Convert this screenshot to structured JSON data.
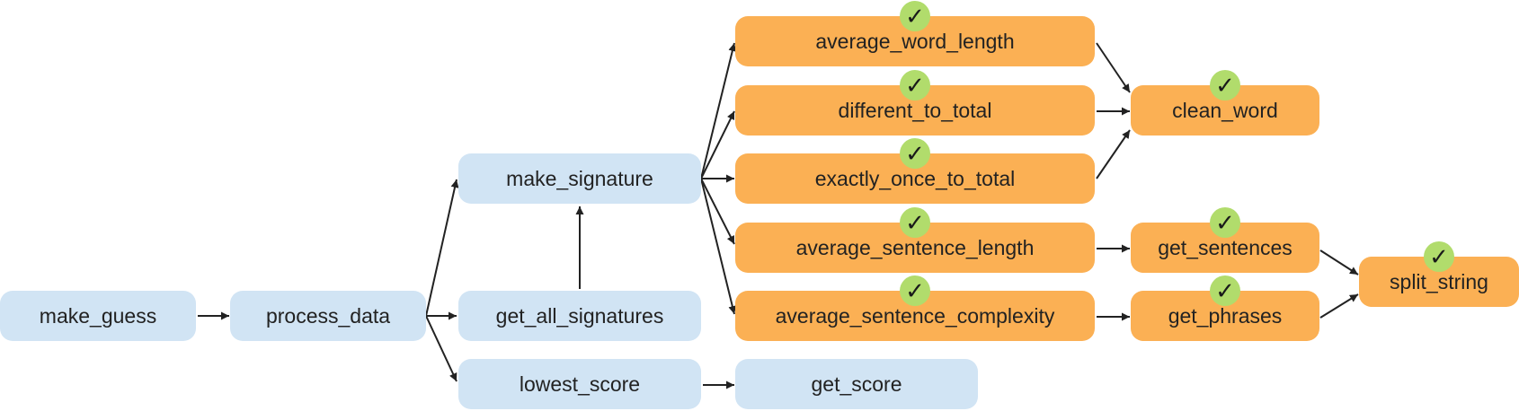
{
  "colors": {
    "pending_fill": "#d1e4f4",
    "done_fill": "#fbb054",
    "check_badge": "#b1dc6c",
    "edge": "#222222",
    "text": "#222222"
  },
  "legend_glyph": "✓",
  "nodes": [
    {
      "id": "make_guess",
      "label": "make_guess",
      "status": "pending",
      "checked": false
    },
    {
      "id": "process_data",
      "label": "process_data",
      "status": "pending",
      "checked": false
    },
    {
      "id": "make_signature",
      "label": "make_signature",
      "status": "pending",
      "checked": false
    },
    {
      "id": "get_all_signatures",
      "label": "get_all_signatures",
      "status": "pending",
      "checked": false
    },
    {
      "id": "lowest_score",
      "label": "lowest_score",
      "status": "pending",
      "checked": false
    },
    {
      "id": "get_score",
      "label": "get_score",
      "status": "pending",
      "checked": false
    },
    {
      "id": "average_word_length",
      "label": "average_word_length",
      "status": "done",
      "checked": true
    },
    {
      "id": "different_to_total",
      "label": "different_to_total",
      "status": "done",
      "checked": true
    },
    {
      "id": "exactly_once_to_total",
      "label": "exactly_once_to_total",
      "status": "done",
      "checked": true
    },
    {
      "id": "average_sentence_length",
      "label": "average_sentence_length",
      "status": "done",
      "checked": true
    },
    {
      "id": "average_sentence_complexity",
      "label": "average_sentence_complexity",
      "status": "done",
      "checked": true
    },
    {
      "id": "clean_word",
      "label": "clean_word",
      "status": "done",
      "checked": true
    },
    {
      "id": "get_sentences",
      "label": "get_sentences",
      "status": "done",
      "checked": true
    },
    {
      "id": "get_phrases",
      "label": "get_phrases",
      "status": "done",
      "checked": true
    },
    {
      "id": "split_string",
      "label": "split_string",
      "status": "done",
      "checked": true
    }
  ],
  "edges": [
    {
      "from": "make_guess",
      "to": "process_data"
    },
    {
      "from": "process_data",
      "to": "make_signature"
    },
    {
      "from": "process_data",
      "to": "get_all_signatures"
    },
    {
      "from": "process_data",
      "to": "lowest_score"
    },
    {
      "from": "get_all_signatures",
      "to": "make_signature"
    },
    {
      "from": "lowest_score",
      "to": "get_score"
    },
    {
      "from": "make_signature",
      "to": "average_word_length"
    },
    {
      "from": "make_signature",
      "to": "different_to_total"
    },
    {
      "from": "make_signature",
      "to": "exactly_once_to_total"
    },
    {
      "from": "make_signature",
      "to": "average_sentence_length"
    },
    {
      "from": "make_signature",
      "to": "average_sentence_complexity"
    },
    {
      "from": "average_word_length",
      "to": "clean_word"
    },
    {
      "from": "different_to_total",
      "to": "clean_word"
    },
    {
      "from": "exactly_once_to_total",
      "to": "clean_word"
    },
    {
      "from": "average_sentence_length",
      "to": "get_sentences"
    },
    {
      "from": "average_sentence_complexity",
      "to": "get_phrases"
    },
    {
      "from": "get_sentences",
      "to": "split_string"
    },
    {
      "from": "get_phrases",
      "to": "split_string"
    }
  ]
}
